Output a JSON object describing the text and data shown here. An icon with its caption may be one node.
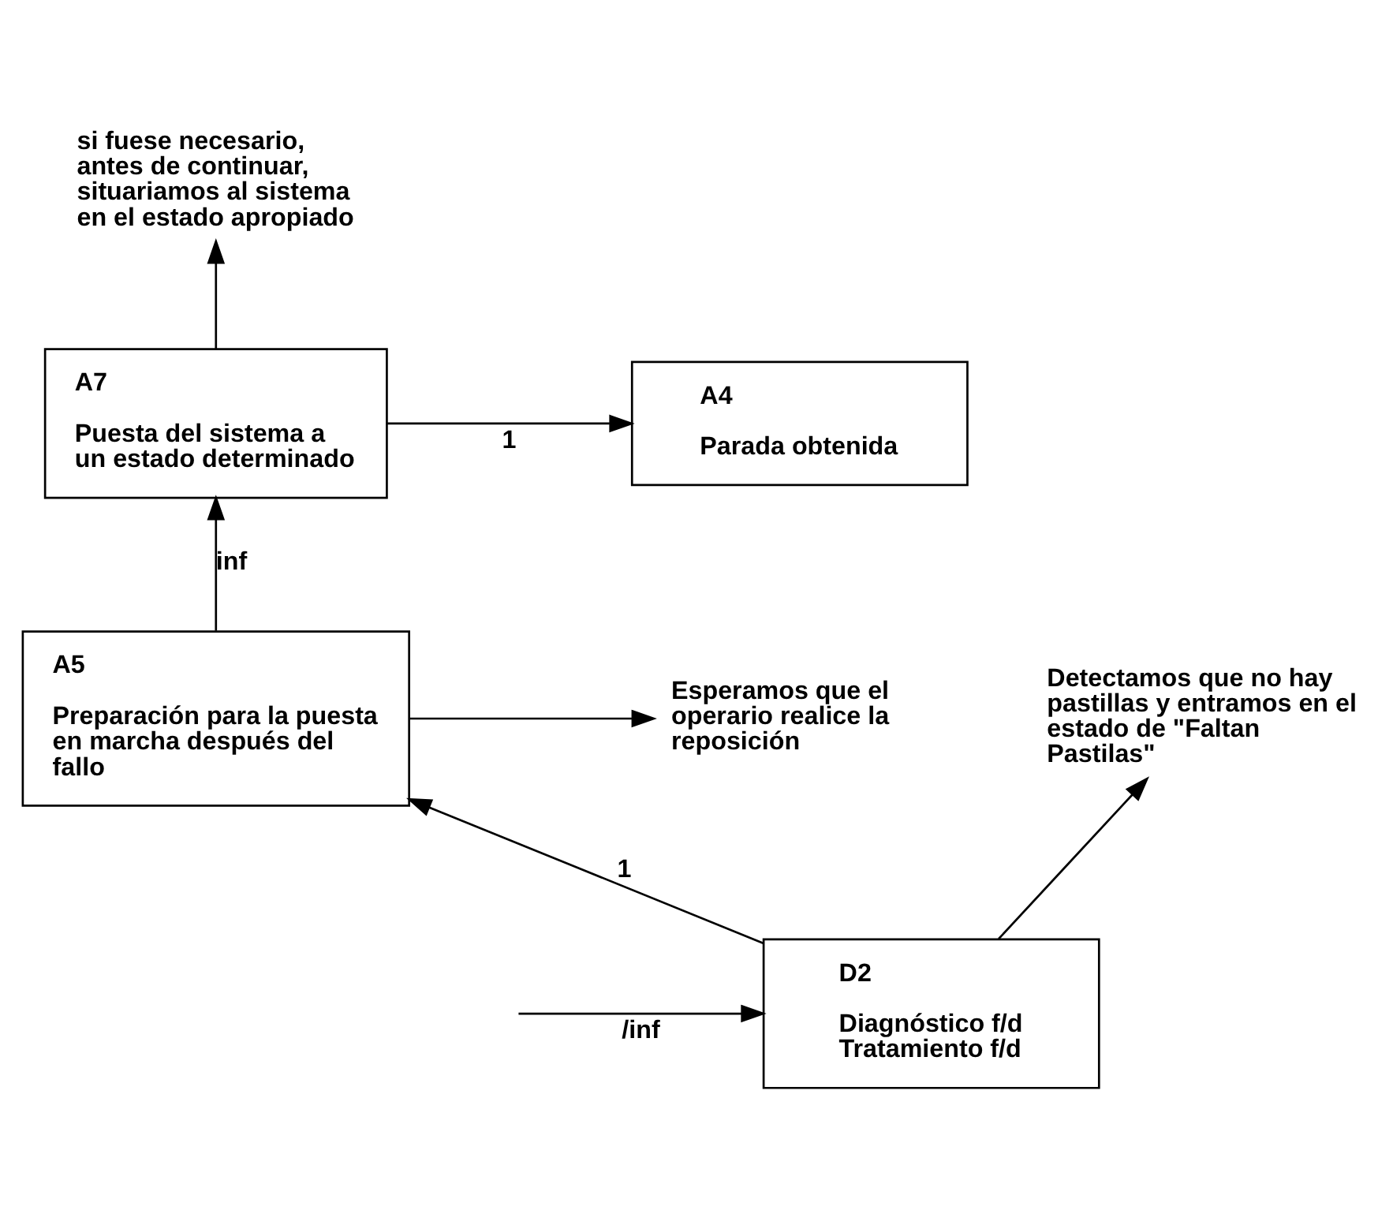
{
  "diagram": {
    "nodes": [
      {
        "text": [
          "A7",
          "Puesta del sistema a un estado determinado"
        ]
      },
      {
        "text": [
          "A4",
          "Parada obtenida"
        ]
      },
      {
        "text": [
          "si fuese necesario, antes de continuar, situariamos al sistema en el estado apropiado"
        ]
      },
      {
        "text": [
          "A5",
          "Preparación para la puesta en marcha después del fallo"
        ]
      },
      {
        "text": [
          "Esperamos que el operario realice la reposición"
        ]
      },
      {
        "text": [
          "Detectamos que no hay pastillas y entramos en el estado de \"Faltan Pastilas\""
        ]
      },
      {
        "text": [
          "D2",
          "Diagnóstico f/d Tratamiento f/d"
        ]
      }
    ],
    "edges": [
      {
        "from": 0,
        "to": 1,
        "arrow": "to",
        "label": "1"
      },
      {
        "from": 0,
        "to": 2,
        "arrow": "to"
      },
      {
        "from": 3,
        "to": 0,
        "arrow": "to",
        "label": "inf"
      },
      {
        "from": 3,
        "to": 4,
        "arrow": "to"
      },
      {
        "from": 6,
        "to": 3,
        "arrow": "to",
        "label": "1"
      },
      {
        "from": 6,
        "to": 5,
        "arrow": "to"
      },
      {
        "from": null,
        "to": 6,
        "arrow": "to",
        "label": "/inf"
      }
    ]
  }
}
